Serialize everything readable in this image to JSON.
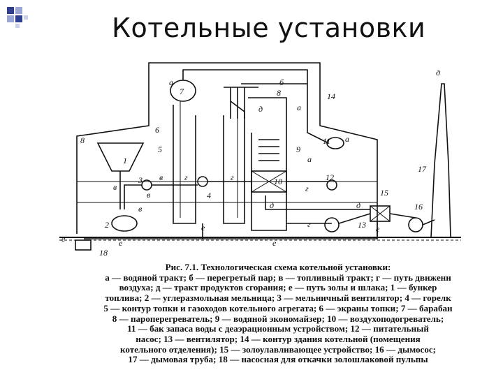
{
  "slide": {
    "title": "Котельные установки"
  },
  "diagram": {
    "labels": {
      "a1": "а",
      "b1": "б",
      "a2": "а",
      "d1": "д",
      "v1": "в",
      "g1": "г",
      "g2": "г",
      "a3": "а",
      "v2": "в",
      "e1": "е",
      "e2": "е",
      "e3": "е",
      "g3": "г",
      "g4": "г",
      "d2": "д",
      "d3": "д",
      "d4": "д",
      "e4": "е",
      "e5": "е",
      "v3": "в",
      "v4": "в",
      "a4": "а"
    },
    "numbers": {
      "n7": "7",
      "n8a": "8",
      "n14": "14",
      "n6": "6",
      "n5": "5",
      "n8b": "8",
      "n1": "1",
      "n9": "9",
      "n11": "11",
      "n10": "10",
      "n3": "3",
      "n12": "12",
      "n17": "17",
      "n4": "4",
      "n15": "15",
      "n16": "16",
      "n2": "2",
      "n13": "13",
      "n18": "18"
    }
  },
  "caption": {
    "lines": [
      "Рис. 7.1. Технологическая схема котельной установки:",
      "а — водяной тракт; б — перегретый пар; в — топливный тракт; г — путь движени",
      "воздуха; д — тракт продуктов сгорания; е — путь золы и шлака; 1 — бункер",
      "топлива; 2 — углеразмольная мельница; 3 — мельничный вентилятор; 4 — горелк",
      "5 — контур топки и газоходов котельного агрегата; 6 — экраны топки; 7 — барабан",
      "8 — пароперегреватель; 9 — водяной экономайзер; 10 — воздухоподогреватель;",
      "11 — бак запаса воды с деаэрационным устройством; 12 — питательный",
      "насос; 13 — вентилятор; 14 — контур здания котельной (помещения",
      "котельного отделения); 15 — золоулавливающее устройство; 16 — дымосос;",
      "17 — дымовая труба; 18 — насосная для откачки золошлаковой пульпы"
    ]
  }
}
